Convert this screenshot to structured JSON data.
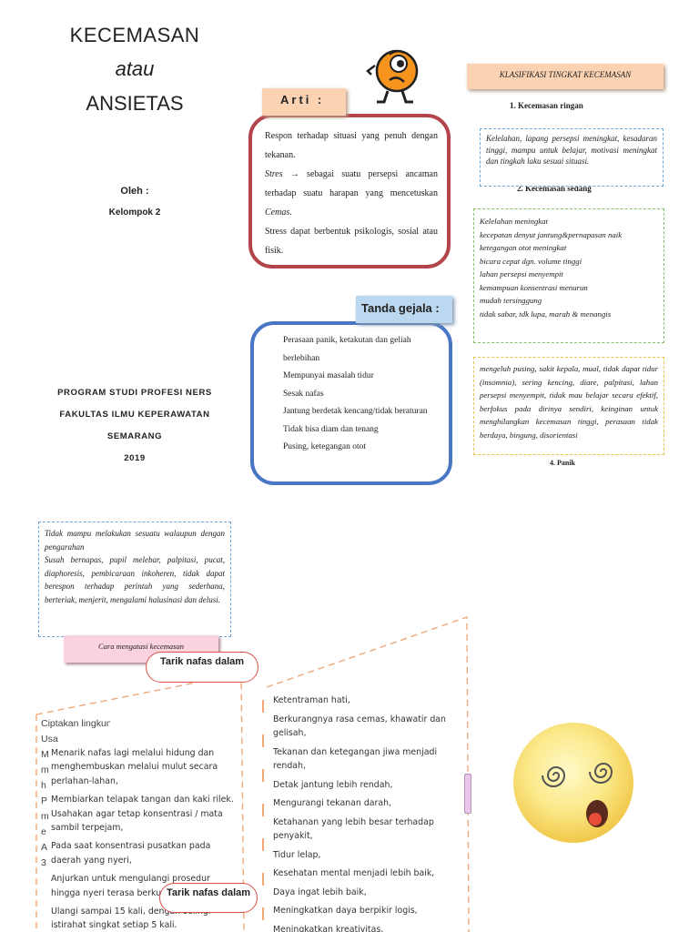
{
  "cover": {
    "title_line1": "KECEMASAN",
    "title_line2": "atau",
    "title_line3": "ANSIETAS",
    "by_label": "Oleh :",
    "group": "Kelompok 2",
    "program_lines": [
      "PROGRAM STUDI PROFESI NERS",
      "FAKULTAS ILMU KEPERAWATAN",
      "SEMARANG",
      "2019"
    ]
  },
  "arti": {
    "tag": "Arti :",
    "p1": "Respon terhadap situasi yang penuh dengan tekanan.",
    "p2_term": "Stres",
    "p2_rest": " → sebagai suatu persepsi ancaman terhadap suatu harapan yang mencetuskan ",
    "p2_term2": "Cemas",
    "p2_end": ".",
    "p3": "Stress dapat berbentuk psikologis, sosial atau fisik."
  },
  "tanda": {
    "tag": "Tanda gejala :",
    "items": [
      "Perasaan panik, ketakutan dan geliah berlebihan",
      "Mempunyai masalah tidur",
      "Sesak nafas",
      "Jantung berdetak kencang/tidak beraturan",
      "Tidak bisa diam dan tenang",
      "Pusing, ketegangan otot"
    ]
  },
  "klasifikasi": {
    "tag": "KLASIFIKASI TINGKAT KECEMASAN",
    "level1": "1.  Kecemasan ringan",
    "level2": "2.   Kecemasan sedang",
    "level4": "4.  Panik",
    "ringan_text": "Kelelahan, lapang persepsi meningkat, kesadaran tinggi, mampu untuk belajar, motivasi meningkat dan tingkah laku sesuai situasi.",
    "sedang_lines": [
      "Kelelahan meningkat",
      "kecepatan denyut jantung&pernapasan naik",
      "ketegangan otot meningkat",
      "bicara cepat dgn. volume tinggi",
      "lahan persepsi menyempit",
      "kemampuan konsentrasi menurun",
      "mudah tersinggung",
      "tidak sabar, tdk lupa, marah & menangis"
    ],
    "berat_text": "mengeluh pusing, sakit kepala, mual, tidak dapat tidur (insomnia), sering kencing, diare, palpitasi, lahan persepsi menyempit, tidak mau belajar secara efektif, berfokus pada dirinya sendiri, keinginan untuk menghilangkan kecemasan tinggi, perasaan tidak berdaya, bingung, disorientasi"
  },
  "panik_text_lines": [
    "Tidak mampu melakukan sesuatu walaupun dengan pengarahan",
    "Susah bernapas, pupil melebar, palpitasi, pucat, diaphoresis, pembicaraan inkoheren, tidak dapat berespon terhadap perintah yang sederhana, berteriak, menjerit, mengalami halusinasi dan delusi."
  ],
  "cara_tag": "Cara mengatasi kecemasan",
  "pill1": "Tarik nafas dalam",
  "pill2": "Tarik nafas dalam",
  "bg_left_lines": [
    "Ciptakan lingkungan",
    "Usa",
    "M",
    "m",
    "h",
    "",
    "P",
    "m",
    "e",
    "A",
    "3"
  ],
  "steps": [
    "Menarik nafas lagi melalui hidung dan menghembuskan melalui mulut secara perlahan-lahan,",
    "Membiarkan telapak tangan dan kaki rilek. Usahakan agar tetap konsentrasi / mata sambil terpejam,",
    "Pada saat konsentrasi pusatkan pada daerah yang nyeri,",
    "Anjurkan untuk mengulangi prosedur hingga nyeri terasa berkurang,",
    "Ulangi sampai 15 kali, dengan selingi istirahat singkat setiap 5 kali."
  ],
  "benefits": [
    "Ketentraman hati,",
    "Berkurangnya rasa cemas, khawatir dan gelisah,",
    "Tekanan dan ketegangan jiwa menjadi rendah,",
    "Detak jantung lebih rendah,",
    "Mengurangi tekanan darah,",
    "Ketahanan yang lebih besar terhadap penyakit,",
    "Tidur lelap,",
    "Kesehatan mental menjadi lebih baik,",
    "Daya ingat lebih baik,",
    "Meningkatkan daya berpikir logis,",
    "Meningkatkan kreativitas,"
  ],
  "colors": {
    "arti_border": "#b3444c",
    "tanda_border": "#4a76c6",
    "tag_orange": "#fbd2b2",
    "tag_blue": "#bcd8f0",
    "dash_orange": "#f0a878"
  }
}
